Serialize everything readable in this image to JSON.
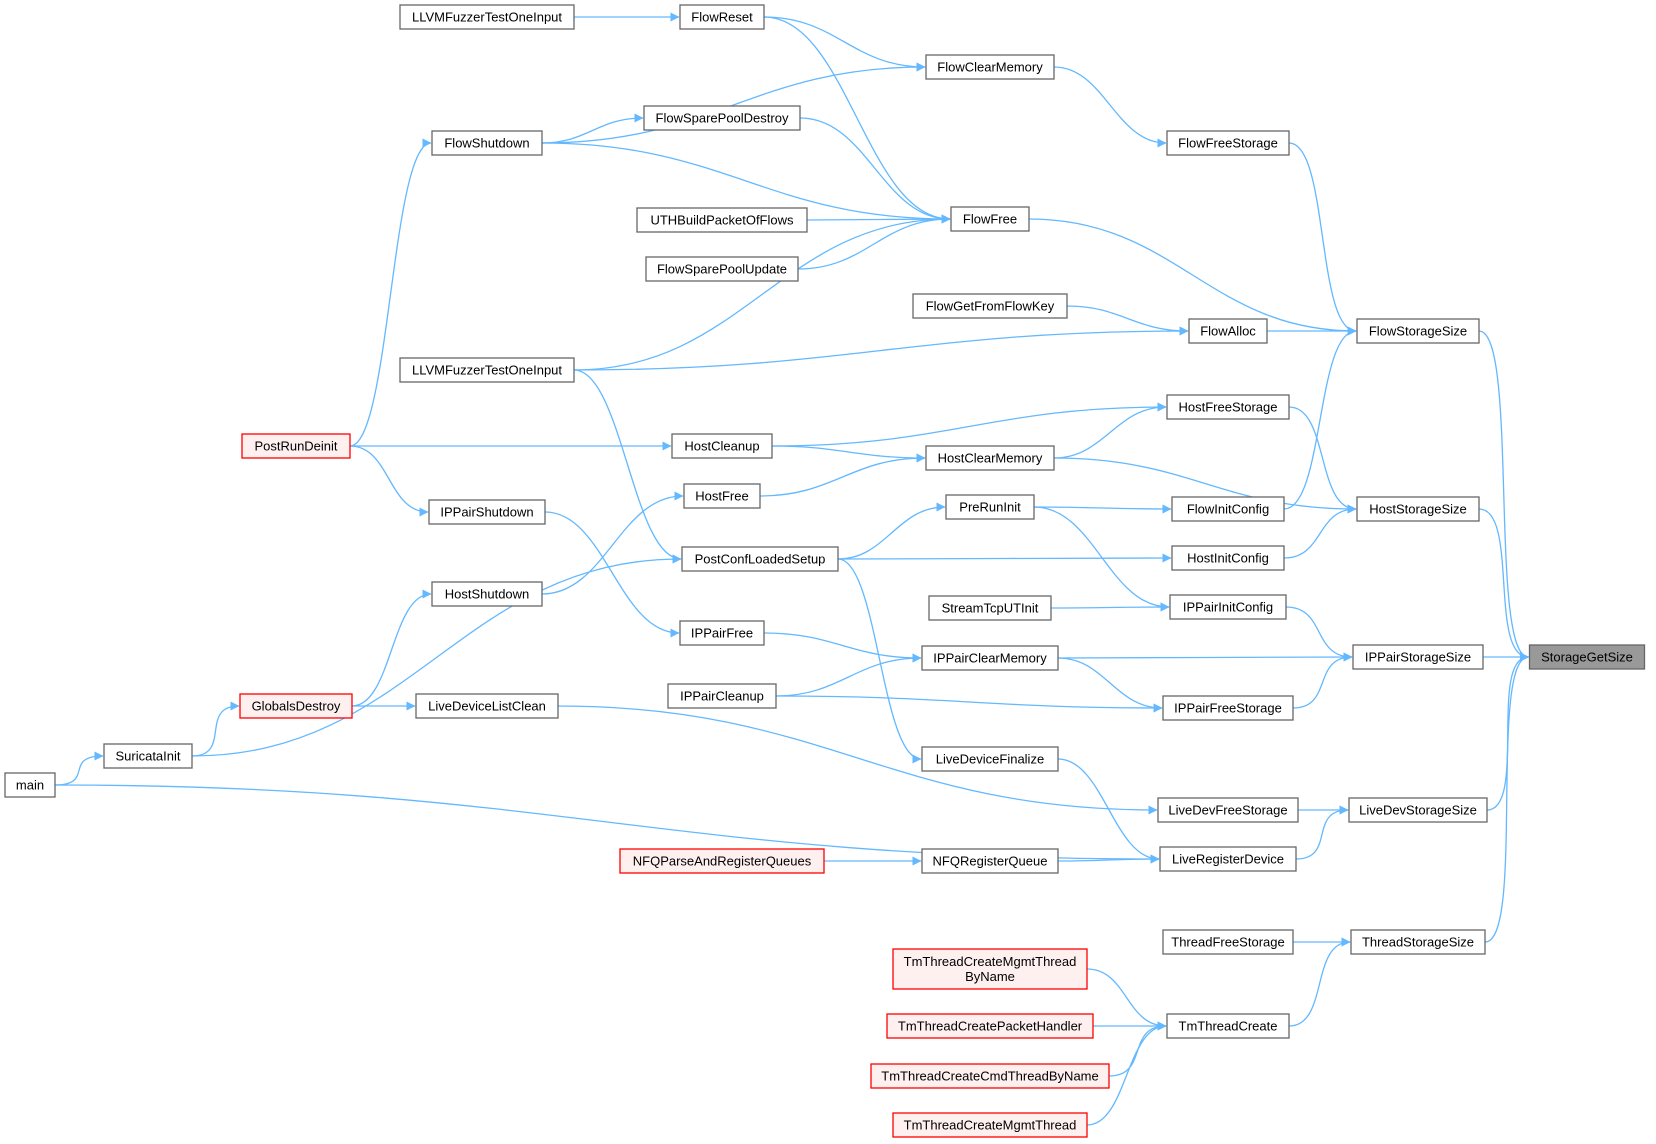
{
  "colors": {
    "edge": "#63b8ff",
    "node_fill": "#ffffff",
    "node_border": "#666666",
    "truncated_fill": "#fff0f0",
    "truncated_border": "#ff0000",
    "root_fill": "#999999",
    "root_border": "#666666"
  },
  "nodes": [
    {
      "id": "StorageGetSize",
      "label": [
        "StorageGetSize"
      ],
      "kind": "root"
    },
    {
      "id": "FlowStorageSize",
      "label": [
        "FlowStorageSize"
      ],
      "kind": "normal"
    },
    {
      "id": "HostStorageSize",
      "label": [
        "HostStorageSize"
      ],
      "kind": "normal"
    },
    {
      "id": "IPPairStorageSize",
      "label": [
        "IPPairStorageSize"
      ],
      "kind": "normal"
    },
    {
      "id": "LiveDevStorageSize",
      "label": [
        "LiveDevStorageSize"
      ],
      "kind": "normal"
    },
    {
      "id": "ThreadStorageSize",
      "label": [
        "ThreadStorageSize"
      ],
      "kind": "normal"
    },
    {
      "id": "FlowFreeStorage",
      "label": [
        "FlowFreeStorage"
      ],
      "kind": "normal"
    },
    {
      "id": "FlowAlloc",
      "label": [
        "FlowAlloc"
      ],
      "kind": "normal"
    },
    {
      "id": "FlowInitConfig",
      "label": [
        "FlowInitConfig"
      ],
      "kind": "normal"
    },
    {
      "id": "HostFreeStorage",
      "label": [
        "HostFreeStorage"
      ],
      "kind": "normal"
    },
    {
      "id": "HostInitConfig",
      "label": [
        "HostInitConfig"
      ],
      "kind": "normal"
    },
    {
      "id": "IPPairInitConfig",
      "label": [
        "IPPairInitConfig"
      ],
      "kind": "normal"
    },
    {
      "id": "IPPairFreeStorage",
      "label": [
        "IPPairFreeStorage"
      ],
      "kind": "normal"
    },
    {
      "id": "LiveDevFreeStorage",
      "label": [
        "LiveDevFreeStorage"
      ],
      "kind": "normal"
    },
    {
      "id": "LiveRegisterDevice",
      "label": [
        "LiveRegisterDevice"
      ],
      "kind": "normal"
    },
    {
      "id": "ThreadFreeStorage",
      "label": [
        "ThreadFreeStorage"
      ],
      "kind": "normal"
    },
    {
      "id": "TmThreadCreate",
      "label": [
        "TmThreadCreate"
      ],
      "kind": "normal"
    },
    {
      "id": "FlowClearMemory",
      "label": [
        "FlowClearMemory"
      ],
      "kind": "normal"
    },
    {
      "id": "FlowFree",
      "label": [
        "FlowFree"
      ],
      "kind": "normal"
    },
    {
      "id": "FlowGetFromFlowKey",
      "label": [
        "FlowGetFromFlowKey"
      ],
      "kind": "normal"
    },
    {
      "id": "HostClearMemory",
      "label": [
        "HostClearMemory"
      ],
      "kind": "normal"
    },
    {
      "id": "PreRunInit",
      "label": [
        "PreRunInit"
      ],
      "kind": "normal"
    },
    {
      "id": "StreamTcpUTInit",
      "label": [
        "StreamTcpUTInit"
      ],
      "kind": "normal"
    },
    {
      "id": "IPPairClearMemory",
      "label": [
        "IPPairClearMemory"
      ],
      "kind": "normal"
    },
    {
      "id": "LiveDeviceFinalize",
      "label": [
        "LiveDeviceFinalize"
      ],
      "kind": "normal"
    },
    {
      "id": "NFQRegisterQueue",
      "label": [
        "NFQRegisterQueue"
      ],
      "kind": "normal"
    },
    {
      "id": "TmThreadCreateMgmtThreadByName",
      "label": [
        "TmThreadCreateMgmtThread",
        "ByName"
      ],
      "kind": "truncated"
    },
    {
      "id": "TmThreadCreatePacketHandler",
      "label": [
        "TmThreadCreatePacketHandler"
      ],
      "kind": "truncated"
    },
    {
      "id": "TmThreadCreateCmdThreadByName",
      "label": [
        "TmThreadCreateCmdThreadByName"
      ],
      "kind": "truncated"
    },
    {
      "id": "TmThreadCreateMgmtThread",
      "label": [
        "TmThreadCreateMgmtThread"
      ],
      "kind": "truncated"
    },
    {
      "id": "FlowReset",
      "label": [
        "FlowReset"
      ],
      "kind": "normal"
    },
    {
      "id": "FlowShutdown",
      "label": [
        "FlowShutdown"
      ],
      "kind": "normal"
    },
    {
      "id": "FlowSparePoolDestroy",
      "label": [
        "FlowSparePoolDestroy"
      ],
      "kind": "normal"
    },
    {
      "id": "UTHBuildPacketOfFlows",
      "label": [
        "UTHBuildPacketOfFlows"
      ],
      "kind": "normal"
    },
    {
      "id": "FlowSparePoolUpdate",
      "label": [
        "FlowSparePoolUpdate"
      ],
      "kind": "normal"
    },
    {
      "id": "LLVMFuzzerTestOneInput_2",
      "label": [
        "LLVMFuzzerTestOneInput"
      ],
      "kind": "normal"
    },
    {
      "id": "HostCleanup",
      "label": [
        "HostCleanup"
      ],
      "kind": "normal"
    },
    {
      "id": "HostFree",
      "label": [
        "HostFree"
      ],
      "kind": "normal"
    },
    {
      "id": "PostConfLoadedSetup",
      "label": [
        "PostConfLoadedSetup"
      ],
      "kind": "normal"
    },
    {
      "id": "IPPairFree",
      "label": [
        "IPPairFree"
      ],
      "kind": "normal"
    },
    {
      "id": "IPPairCleanup",
      "label": [
        "IPPairCleanup"
      ],
      "kind": "normal"
    },
    {
      "id": "NFQParseAndRegisterQueues",
      "label": [
        "NFQParseAndRegisterQueues"
      ],
      "kind": "truncated"
    },
    {
      "id": "LLVMFuzzerTestOneInput_1",
      "label": [
        "LLVMFuzzerTestOneInput"
      ],
      "kind": "normal"
    },
    {
      "id": "PostRunDeinit",
      "label": [
        "PostRunDeinit"
      ],
      "kind": "truncated"
    },
    {
      "id": "IPPairShutdown",
      "label": [
        "IPPairShutdown"
      ],
      "kind": "normal"
    },
    {
      "id": "HostShutdown",
      "label": [
        "HostShutdown"
      ],
      "kind": "normal"
    },
    {
      "id": "GlobalsDestroy",
      "label": [
        "GlobalsDestroy"
      ],
      "kind": "truncated"
    },
    {
      "id": "LiveDeviceListClean",
      "label": [
        "LiveDeviceListClean"
      ],
      "kind": "normal"
    },
    {
      "id": "SuricataInit",
      "label": [
        "SuricataInit"
      ],
      "kind": "normal"
    },
    {
      "id": "main",
      "label": [
        "main"
      ],
      "kind": "normal"
    }
  ],
  "edges": [
    [
      "FlowStorageSize",
      "StorageGetSize"
    ],
    [
      "HostStorageSize",
      "StorageGetSize"
    ],
    [
      "IPPairStorageSize",
      "StorageGetSize"
    ],
    [
      "LiveDevStorageSize",
      "StorageGetSize"
    ],
    [
      "ThreadStorageSize",
      "StorageGetSize"
    ],
    [
      "FlowFreeStorage",
      "FlowStorageSize"
    ],
    [
      "FlowAlloc",
      "FlowStorageSize"
    ],
    [
      "FlowFree",
      "FlowStorageSize"
    ],
    [
      "FlowInitConfig",
      "FlowStorageSize"
    ],
    [
      "HostFreeStorage",
      "HostStorageSize"
    ],
    [
      "HostClearMemory",
      "HostStorageSize"
    ],
    [
      "HostInitConfig",
      "HostStorageSize"
    ],
    [
      "IPPairInitConfig",
      "IPPairStorageSize"
    ],
    [
      "IPPairClearMemory",
      "IPPairStorageSize"
    ],
    [
      "IPPairFreeStorage",
      "IPPairStorageSize"
    ],
    [
      "LiveDevFreeStorage",
      "LiveDevStorageSize"
    ],
    [
      "LiveRegisterDevice",
      "LiveDevStorageSize"
    ],
    [
      "ThreadFreeStorage",
      "ThreadStorageSize"
    ],
    [
      "TmThreadCreate",
      "ThreadStorageSize"
    ],
    [
      "FlowClearMemory",
      "FlowFreeStorage"
    ],
    [
      "FlowGetFromFlowKey",
      "FlowAlloc"
    ],
    [
      "LLVMFuzzerTestOneInput_2",
      "FlowAlloc"
    ],
    [
      "PreRunInit",
      "FlowInitConfig"
    ],
    [
      "HostClearMemory",
      "HostFreeStorage"
    ],
    [
      "HostCleanup",
      "HostFreeStorage"
    ],
    [
      "PostConfLoadedSetup",
      "HostInitConfig"
    ],
    [
      "PreRunInit",
      "IPPairInitConfig"
    ],
    [
      "StreamTcpUTInit",
      "IPPairInitConfig"
    ],
    [
      "IPPairClearMemory",
      "IPPairFreeStorage"
    ],
    [
      "IPPairCleanup",
      "IPPairFreeStorage"
    ],
    [
      "LiveDeviceListClean",
      "LiveDevFreeStorage"
    ],
    [
      "LiveDeviceFinalize",
      "LiveRegisterDevice"
    ],
    [
      "NFQRegisterQueue",
      "LiveRegisterDevice"
    ],
    [
      "main",
      "LiveRegisterDevice"
    ],
    [
      "TmThreadCreateMgmtThreadByName",
      "TmThreadCreate"
    ],
    [
      "TmThreadCreatePacketHandler",
      "TmThreadCreate"
    ],
    [
      "TmThreadCreateCmdThreadByName",
      "TmThreadCreate"
    ],
    [
      "TmThreadCreateMgmtThread",
      "TmThreadCreate"
    ],
    [
      "FlowReset",
      "FlowClearMemory"
    ],
    [
      "FlowShutdown",
      "FlowClearMemory"
    ],
    [
      "FlowReset",
      "FlowFree"
    ],
    [
      "FlowShutdown",
      "FlowFree"
    ],
    [
      "FlowSparePoolDestroy",
      "FlowFree"
    ],
    [
      "UTHBuildPacketOfFlows",
      "FlowFree"
    ],
    [
      "FlowSparePoolUpdate",
      "FlowFree"
    ],
    [
      "LLVMFuzzerTestOneInput_2",
      "FlowFree"
    ],
    [
      "HostCleanup",
      "HostClearMemory"
    ],
    [
      "HostFree",
      "HostClearMemory"
    ],
    [
      "PostConfLoadedSetup",
      "PreRunInit"
    ],
    [
      "IPPairFree",
      "IPPairClearMemory"
    ],
    [
      "IPPairCleanup",
      "IPPairClearMemory"
    ],
    [
      "PostConfLoadedSetup",
      "LiveDeviceFinalize"
    ],
    [
      "NFQParseAndRegisterQueues",
      "NFQRegisterQueue"
    ],
    [
      "LLVMFuzzerTestOneInput_1",
      "FlowReset"
    ],
    [
      "FlowShutdown",
      "FlowSparePoolDestroy"
    ],
    [
      "PostRunDeinit",
      "FlowShutdown"
    ],
    [
      "PostRunDeinit",
      "HostCleanup"
    ],
    [
      "HostShutdown",
      "HostFree"
    ],
    [
      "LLVMFuzzerTestOneInput_2",
      "PostConfLoadedSetup"
    ],
    [
      "SuricataInit",
      "PostConfLoadedSetup"
    ],
    [
      "IPPairShutdown",
      "IPPairFree"
    ],
    [
      "PostRunDeinit",
      "IPPairShutdown"
    ],
    [
      "GlobalsDestroy",
      "HostShutdown"
    ],
    [
      "GlobalsDestroy",
      "LiveDeviceListClean"
    ],
    [
      "SuricataInit",
      "GlobalsDestroy"
    ],
    [
      "main",
      "SuricataInit"
    ]
  ]
}
